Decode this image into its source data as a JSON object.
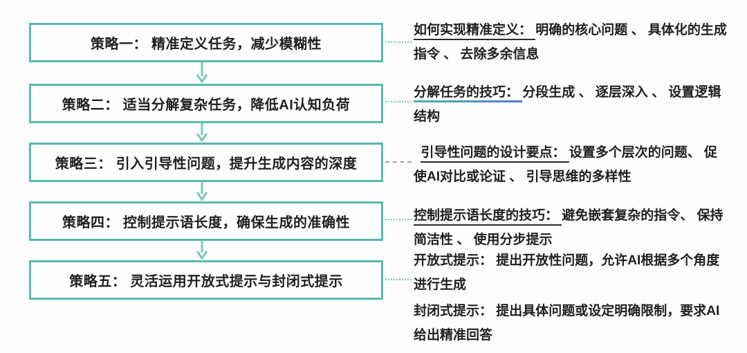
{
  "boxes": [
    {
      "label": "策略一： 精准定义任务，减少模糊性"
    },
    {
      "label": "策略二： 适当分解复杂任务，降低AI认知负荷"
    },
    {
      "label": "策略三： 引入引导性问题，提升生成内容的深度"
    },
    {
      "label": "策略四： 控制提示语长度，确保生成的准确性"
    },
    {
      "label": "策略五： 灵活运用开放式提示与封闭式提示"
    }
  ],
  "annotations": [
    {
      "lead": "如何实现精准定义： ",
      "body": "明确的核心问题 、 具体化的生成指令 、 去除多余信息",
      "underline": "black-solid"
    },
    {
      "lead": "分解任务的技巧： ",
      "body": "分段生成 、 逐层深入 、 设置逻辑结构",
      "underline": "teal-blue-gradient"
    },
    {
      "lead": "引导性问题的设计要点： ",
      "body": "设置多个层次的问题、 促使AI对比或论证 、 引导思维的多样性",
      "underline": "black-solid"
    },
    {
      "lead": "控制提示语长度的技巧： ",
      "body": "避免嵌套复杂的指令、 保持简洁性 、 使用分步提示",
      "underline": "black-solid"
    },
    {
      "paragraphs": [
        {
          "lead": "开放式提示： ",
          "body": "提出开放性问题，允许AI根据多个角度进行生成"
        },
        {
          "lead": "封闭式提示： ",
          "body": "提出具体问题或设定明确限制，要求AI给出精准回答"
        }
      ],
      "underline": "none"
    }
  ],
  "colors": {
    "box_border": "#57b9ae",
    "arrow": "#79c6bc",
    "connector_teal": "#79c6bc",
    "connector_gray": "#9aa0a6",
    "underline_black": "#2b2b2b",
    "underline_gradient_start": "#46b6aa",
    "underline_gradient_end": "#5277d2",
    "text": "#1f1f1f",
    "background": "#fdfdfd"
  }
}
